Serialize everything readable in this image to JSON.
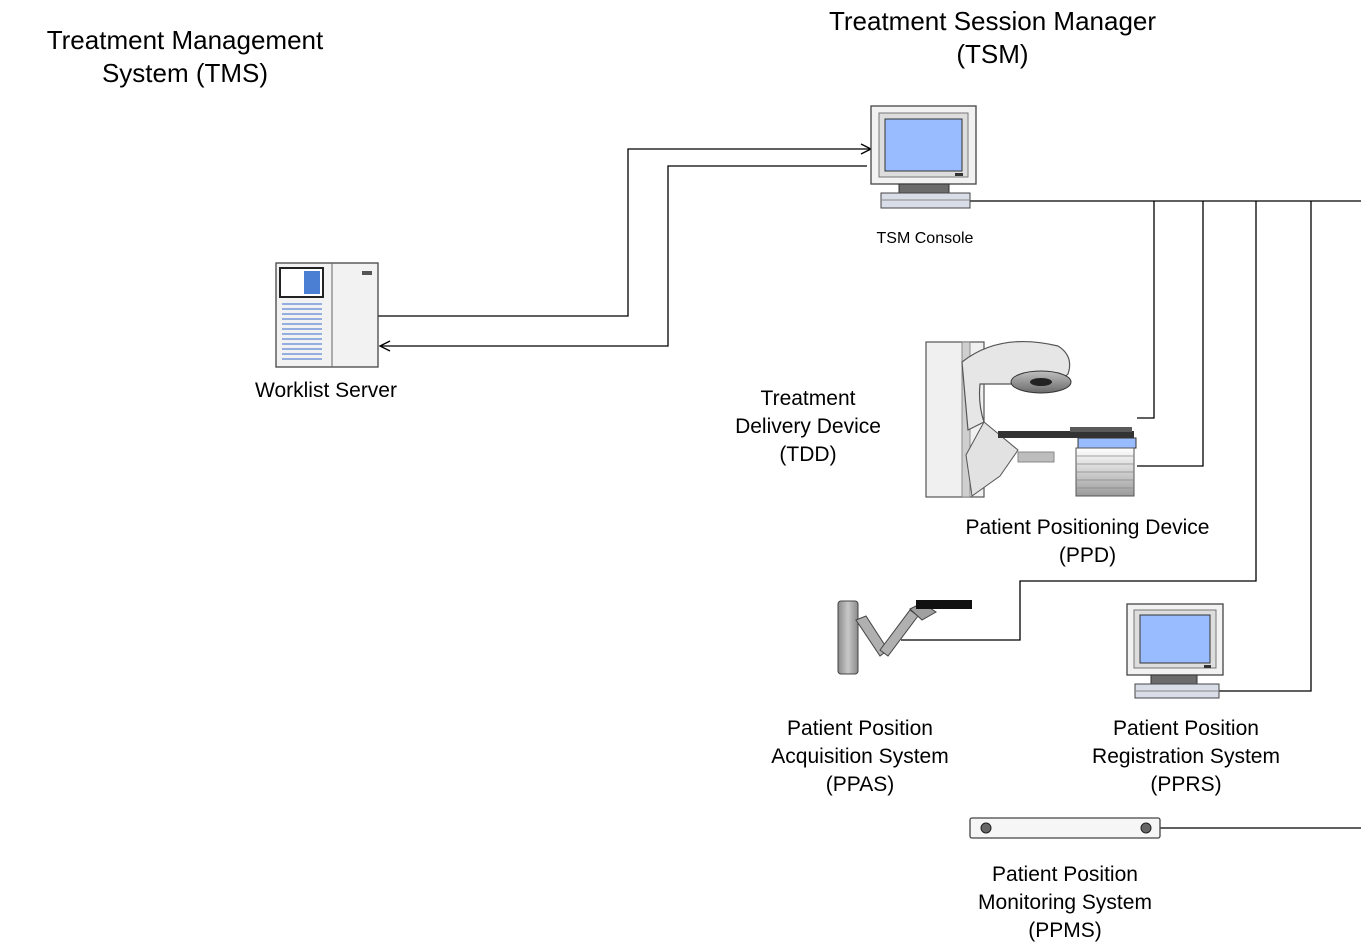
{
  "header": {
    "tms_title": [
      "Treatment Management",
      "System (TMS)"
    ],
    "tsm_title": [
      "Treatment Session Manager",
      "(TSM)"
    ]
  },
  "devices": {
    "tsm_console": "TSM Console",
    "worklist_server": "Worklist Server",
    "tdd": [
      "Treatment",
      "Delivery Device",
      "(TDD)"
    ],
    "ppd": [
      "Patient Positioning Device",
      "(PPD)"
    ],
    "ppas": [
      "Patient Position",
      "Acquisition System",
      "(PPAS)"
    ],
    "pprs": [
      "Patient Position",
      "Registration System",
      "(PPRS)"
    ],
    "ppms": [
      "Patient Position",
      "Monitoring System",
      "(PPMS)"
    ]
  },
  "colors": {
    "screen": "#99bbff",
    "line": "#000000",
    "device_body": "#f0f0f0",
    "device_outline": "#555555"
  }
}
